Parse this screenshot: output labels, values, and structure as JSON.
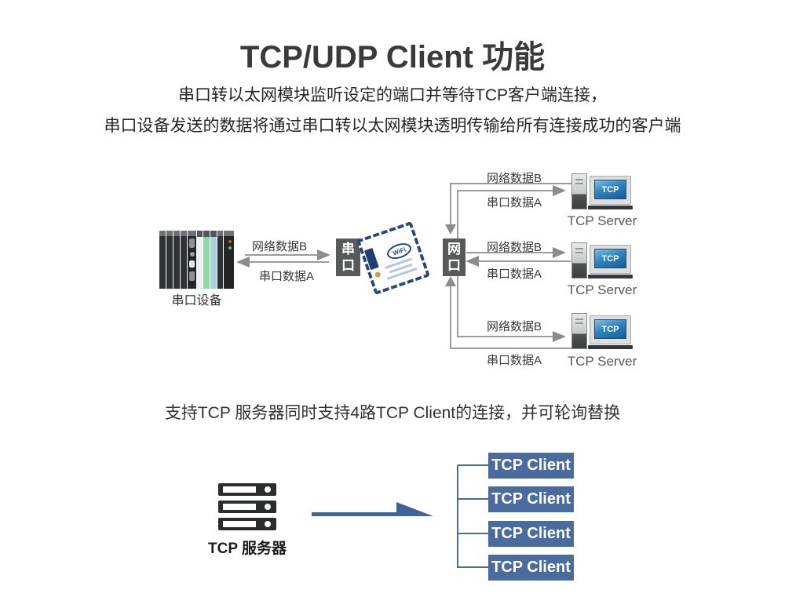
{
  "page": {
    "title": "TCP/UDP Client 功能",
    "subtitle_line1": "串口转以太网模块监听设定的端口并等待TCP客户端连接，",
    "subtitle_line2": "串口设备发送的数据将通过串口转以太网模块透明传输给所有连接成功的客户端",
    "section2_heading": "支持TCP 服务器同时支持4路TCP Client的连接，并可轮询替换"
  },
  "top_diagram": {
    "serial_device_label": "串口设备",
    "serial_port_box_label": "串口",
    "network_port_box_label": "网口",
    "module_wifi_badge": "WiFi",
    "device_link": {
      "net_data_label": "网络数据B",
      "serial_data_label": "串口数据A"
    },
    "servers": [
      {
        "net_data_label": "网络数据B",
        "serial_data_label": "串口数据A",
        "screen_text": "TCP",
        "name": "TCP Server"
      },
      {
        "net_data_label": "网络数据B",
        "serial_data_label": "串口数据A",
        "screen_text": "TCP",
        "name": "TCP Server"
      },
      {
        "net_data_label": "网络数据B",
        "serial_data_label": "串口数据A",
        "screen_text": "TCP",
        "name": "TCP Server"
      }
    ]
  },
  "bottom_diagram": {
    "server_label": "TCP 服务器",
    "clients": [
      "TCP Client",
      "TCP Client",
      "TCP Client",
      "TCP Client"
    ]
  },
  "colors": {
    "accent_blue": "#4a6b9d",
    "port_box_gray": "#58595b",
    "line_gray": "#9b9b9b",
    "arrow_gray": "#8c8c8c",
    "screen_blue": "#2f84bd",
    "text_dark": "#333333",
    "server_label_gray": "#57585a",
    "device_green_slat": "#8fd8a4",
    "device_blue_slat": "#a9cfdd"
  }
}
